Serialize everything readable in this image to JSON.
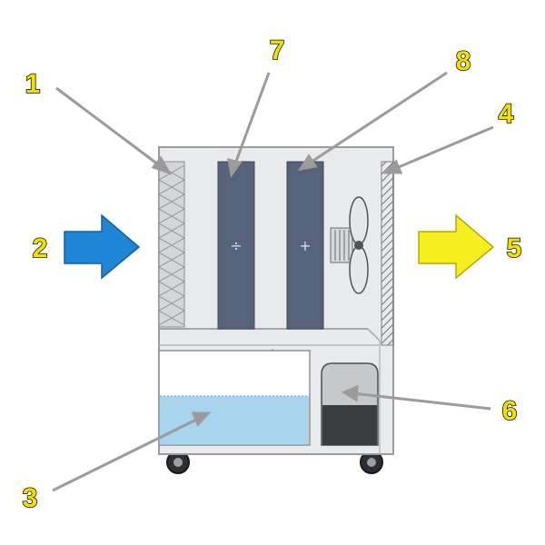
{
  "diagram": {
    "components": [
      {
        "id": "1",
        "label": "1"
      },
      {
        "id": "2",
        "label": "2"
      },
      {
        "id": "3",
        "label": "3"
      },
      {
        "id": "4",
        "label": "4"
      },
      {
        "id": "5",
        "label": "5"
      },
      {
        "id": "6",
        "label": "6"
      },
      {
        "id": "7",
        "label": "7"
      },
      {
        "id": "8",
        "label": "8"
      }
    ],
    "coil_symbols": {
      "left": "÷",
      "right": "+"
    }
  },
  "colors": {
    "cabinet": "#e9eaec",
    "cabinet_edge": "#9a9ca0",
    "coil": "#56637a",
    "water": "#a8d4ee",
    "inlet_arrow": "#1f86d6",
    "outlet_arrow": "#f7ef20",
    "pointer": "#9b9b9b",
    "label_fill": "#f2e100"
  }
}
